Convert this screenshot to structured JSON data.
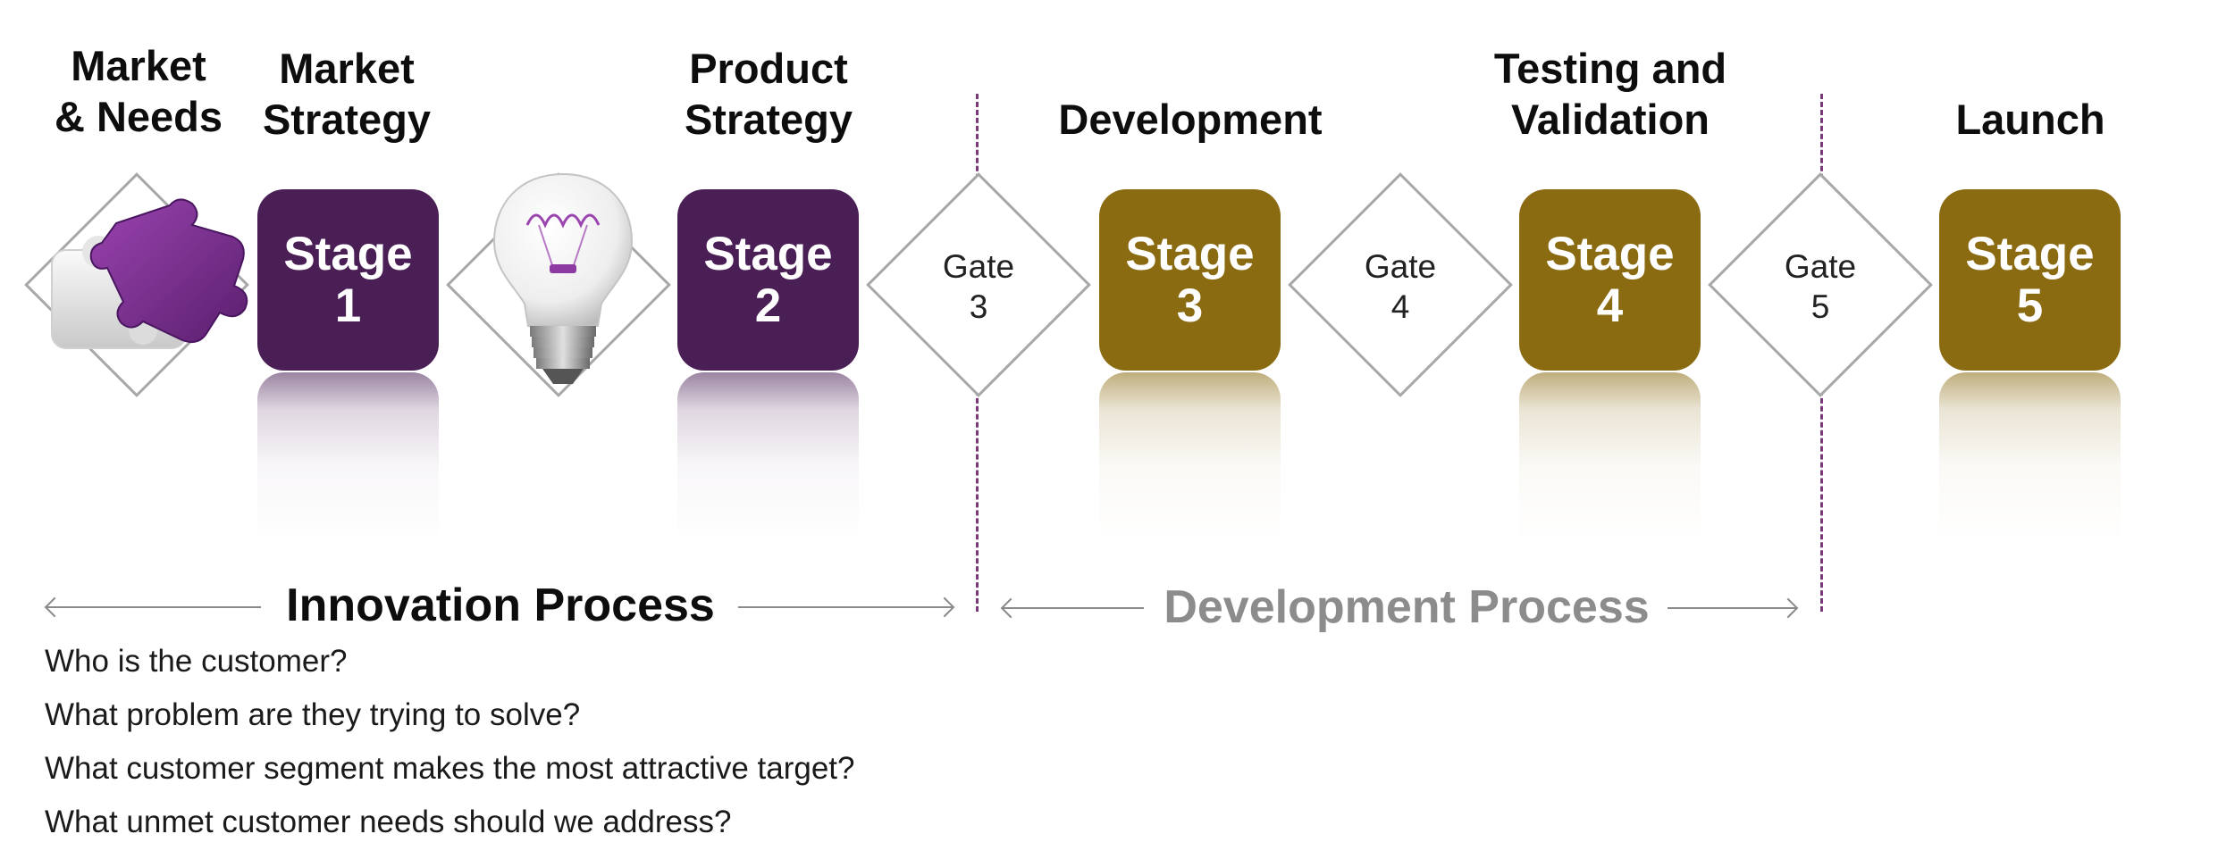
{
  "headings": {
    "market_needs": [
      "Market",
      "& Needs"
    ],
    "market_strategy": [
      "Market",
      "Strategy"
    ],
    "product_strategy": [
      "Product",
      "Strategy"
    ],
    "development": [
      "Development"
    ],
    "testing_validation": [
      "Testing and",
      "Validation"
    ],
    "launch": [
      "Launch"
    ]
  },
  "stages": [
    {
      "word": "Stage",
      "num": "1"
    },
    {
      "word": "Stage",
      "num": "2"
    },
    {
      "word": "Stage",
      "num": "3"
    },
    {
      "word": "Stage",
      "num": "4"
    },
    {
      "word": "Stage",
      "num": "5"
    }
  ],
  "gates": [
    {
      "word": "Gate",
      "num": "3"
    },
    {
      "word": "Gate",
      "num": "4"
    },
    {
      "word": "Gate",
      "num": "5"
    }
  ],
  "processes": {
    "innovation": "Innovation Process",
    "development": "Development Process"
  },
  "questions": [
    "Who is the customer?",
    "What problem are they trying to solve?",
    "What customer segment makes the most attractive target?",
    "What unmet customer needs should we address?"
  ],
  "icons": {
    "puzzle": "puzzle-icon",
    "lightbulb": "lightbulb-icon"
  },
  "colors": {
    "innovation_stage": "#4a1f55",
    "development_stage": "#8a6b12",
    "innovation_label": "#0d0d0d",
    "development_label": "#8c8c8c",
    "divider": "#7a3a7a"
  }
}
